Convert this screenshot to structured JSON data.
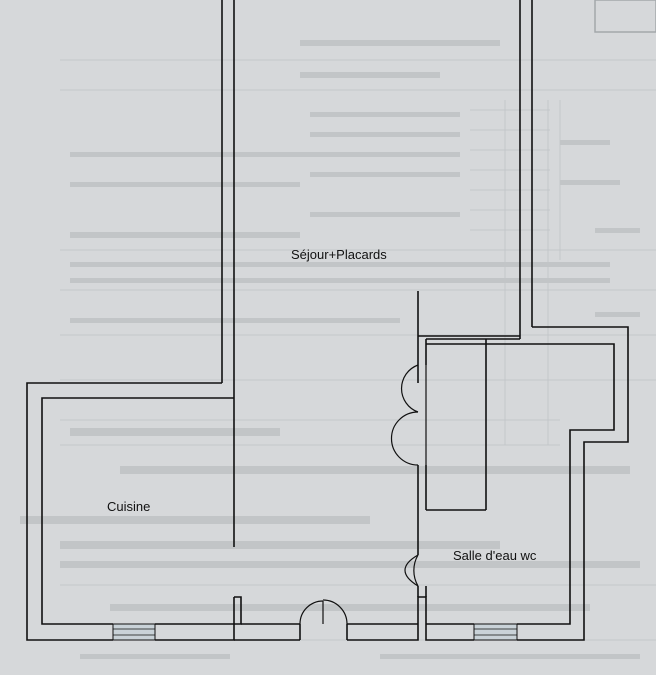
{
  "plan": {
    "rooms": {
      "sejour": "Séjour+Placards",
      "cuisine": "Cuisine",
      "salle_eau": "Salle d'eau wc"
    }
  },
  "colors": {
    "background": "#d6d8da",
    "wall": "#111111",
    "window": "#c9d2d8"
  }
}
